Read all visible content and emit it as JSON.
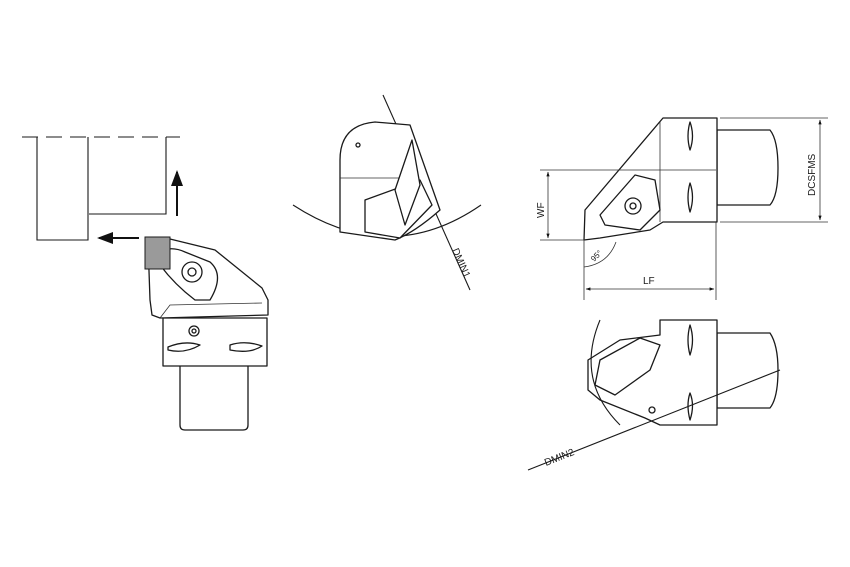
{
  "drawing": {
    "labels": {
      "dmin1": "DMIN1",
      "dmin2": "DMIN2",
      "wf": "WF",
      "lf": "LF",
      "dcsfms": "DCSFMS",
      "angle": "95°"
    },
    "colors": {
      "line": "#1a1a1a",
      "insert": "#9a9a9a",
      "background": "#ffffff"
    }
  }
}
